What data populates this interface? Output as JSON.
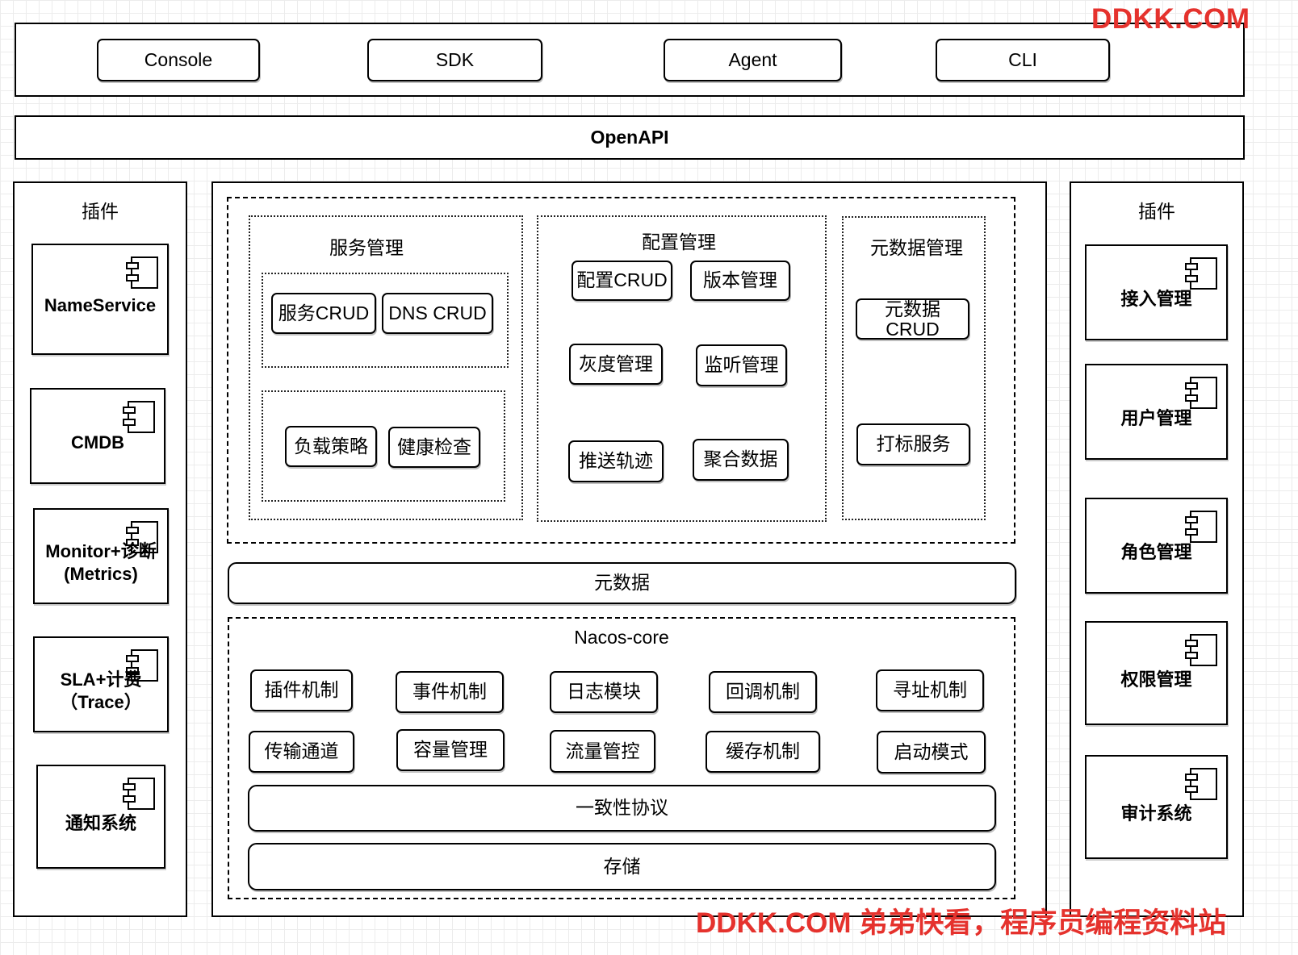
{
  "watermark": {
    "top": "DDKK.COM",
    "bottom": "DDKK.COM 弟弟快看，程序员编程资料站",
    "color": "#e5322d"
  },
  "clients": [
    "Console",
    "SDK",
    "Agent",
    "CLI"
  ],
  "openapi": "OpenAPI",
  "left_plugins": {
    "title": "插件",
    "items": [
      "NameService",
      "CMDB",
      "Monitor+诊断\n(Metrics)",
      "SLA+计费\n（Trace）",
      "通知系统"
    ]
  },
  "right_plugins": {
    "title": "插件",
    "items": [
      "接入管理",
      "用户管理",
      "角色管理",
      "权限管理",
      "审计系统"
    ]
  },
  "service_mgmt": {
    "title": "服务管理",
    "items": [
      "服务CRUD",
      "DNS CRUD",
      "负载策略",
      "健康检查"
    ]
  },
  "config_mgmt": {
    "title": "配置管理",
    "items": [
      "配置CRUD",
      "版本管理",
      "灰度管理",
      "监听管理",
      "推送轨迹",
      "聚合数据"
    ]
  },
  "metadata_mgmt": {
    "title": "元数据管理",
    "items": [
      "元数据\nCRUD",
      "打标服务"
    ]
  },
  "metadata_bar": "元数据",
  "core": {
    "title": "Nacos-core",
    "items": [
      "插件机制",
      "事件机制",
      "日志模块",
      "回调机制",
      "寻址机制",
      "传输通道",
      "容量管理",
      "流量管控",
      "缓存机制",
      "启动模式"
    ],
    "consistency": "一致性协议",
    "storage": "存储"
  }
}
